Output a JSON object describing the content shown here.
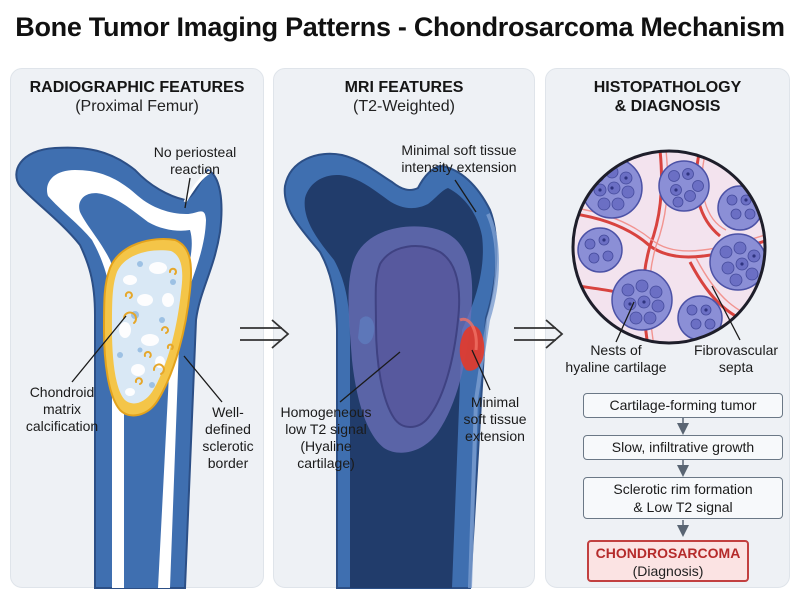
{
  "title": "Bone Tumor Imaging Patterns - Chondrosarcoma Mechanism",
  "panels": [
    {
      "heading": "RADIOGRAPHIC FEATURES",
      "subheading": "(Proximal Femur)",
      "labels": {
        "periosteal": [
          "No periosteal",
          "reaction"
        ],
        "matrix": [
          "Chondroid",
          "matrix",
          "calcification"
        ],
        "border": [
          "Well-",
          "defined",
          "sclerotic",
          "border"
        ]
      }
    },
    {
      "heading": "MRI FEATURES",
      "subheading": "(T2-Weighted)",
      "labels": {
        "soft_top": [
          "Minimal soft tissue",
          "intensity extension"
        ],
        "signal": [
          "Homogeneous",
          "low T2 signal",
          "(Hyaline",
          "cartilage)"
        ],
        "soft_side": [
          "Minimal",
          "soft tissue",
          "extension"
        ]
      }
    },
    {
      "heading": "HISTOPATHOLOGY",
      "heading2": "& DIAGNOSIS",
      "labels": {
        "nests": [
          "Nests of",
          "hyaline cartilage"
        ],
        "septa": [
          "Fibrovascular",
          "septa"
        ]
      }
    }
  ],
  "flow": [
    [
      "Cartilage-forming tumor"
    ],
    [
      "Slow, infiltrative growth"
    ],
    [
      "Sclerotic rim formation",
      "& Low T2 signal"
    ]
  ],
  "diagnosis": {
    "name": "CHONDROSARCOMA",
    "sub": "(Diagnosis)"
  },
  "colors": {
    "bone_blue": "#3f6fb0",
    "mri_dark": "#213c6b",
    "lesion_gold": "#f0b431",
    "vessel_red": "#d8433f",
    "cell_purple": "#7c80cc",
    "diagnosis_red": "#b52b2b"
  }
}
